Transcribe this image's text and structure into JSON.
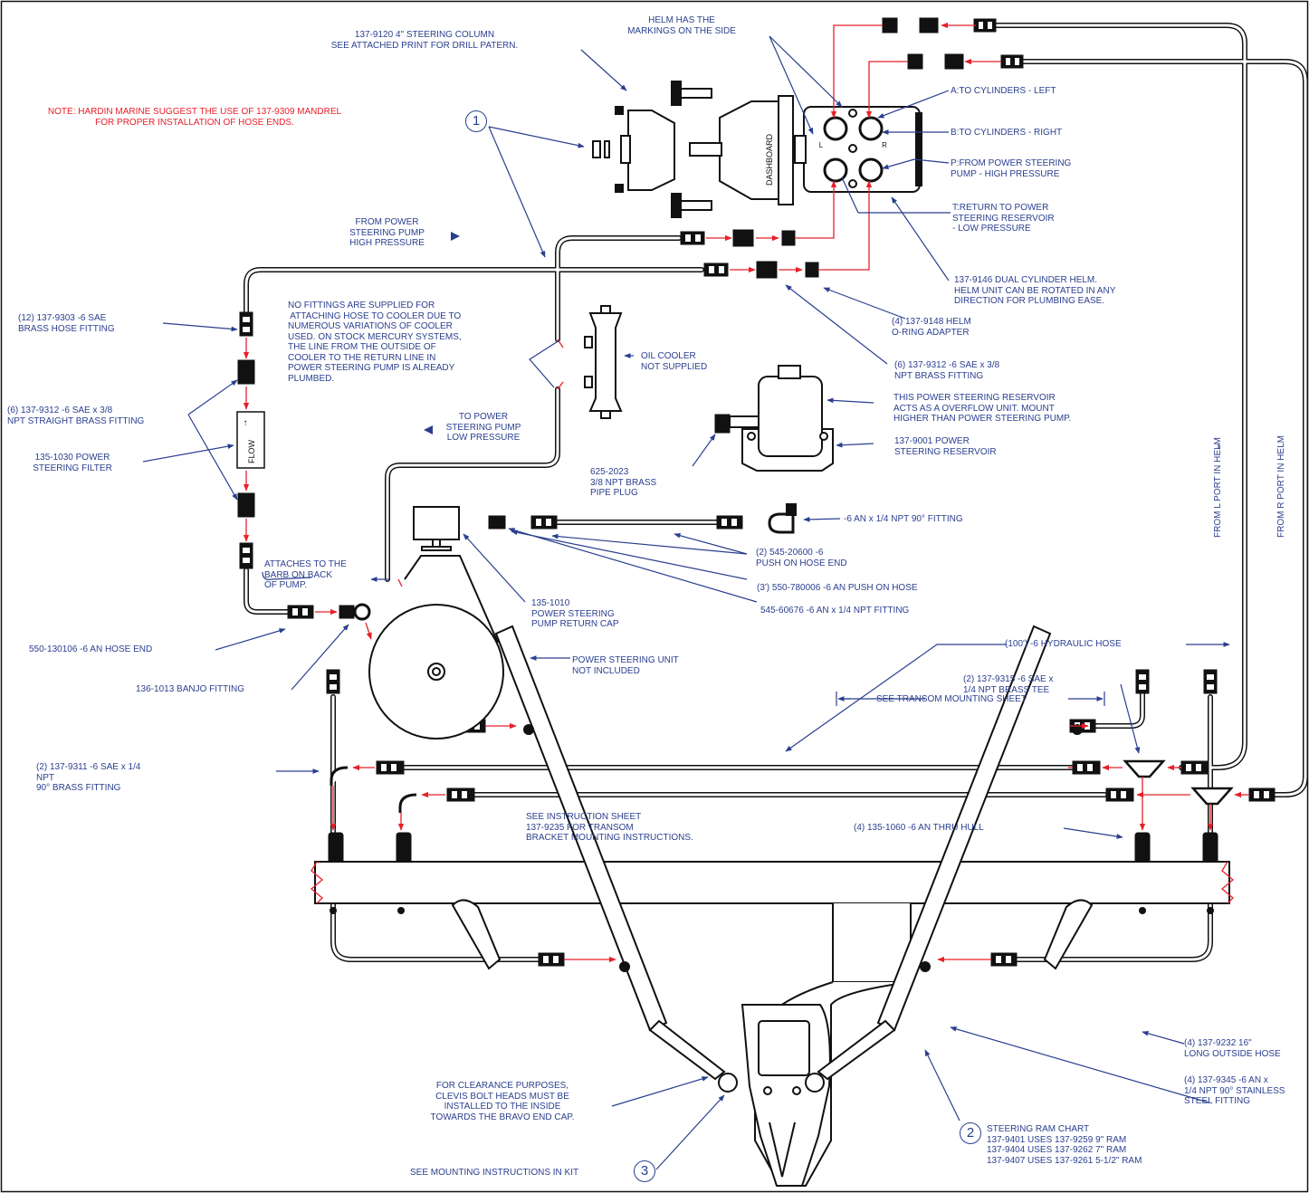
{
  "colors": {
    "callout": "#2a3f8f",
    "arrow_red": "#e8202a",
    "line": "#111111"
  },
  "labels": {
    "helm_markings": "HELM HAS THE\nMARKINGS ON THE SIDE",
    "steering_column": "137-9120 4\" STEERING COLUMN\nSEE ATTACHED PRINT FOR DRILL PATERN.",
    "note": "NOTE: HARDIN MARINE SUGGEST THE USE OF 137-9309 MANDREL\nFOR PROPER INSTALLATION OF HOSE ENDS.",
    "port_a": "A:TO CYLINDERS - LEFT",
    "port_b": "B:TO CYLINDERS - RIGHT",
    "port_p": "P:FROM POWER STEERING\nPUMP - HIGH PRESSURE",
    "port_t": "T:RETURN TO POWER\nSTEERING RESERVOIR\n- LOW PRESSURE",
    "from_pump_high": "FROM POWER\nSTEERING PUMP\nHIGH PRESSURE",
    "dual_helm": "137-9146 DUAL CYLINDER HELM.\nHELM UNIT CAN BE ROTATED IN ANY\nDIRECTION FOR PLUMBING EASE.",
    "no_fittings": "NO FITTINGS ARE SUPPLIED FOR\n ATTACHING HOSE TO COOLER DUE TO\nNUMEROUS VARIATIONS OF COOLER\nUSED. ON STOCK MERCURY SYSTEMS,\nTHE LINE FROM THE OUTSIDE OF\nCOOLER TO THE RETURN LINE IN\nPOWER STEERING PUMP IS ALREADY\nPLUMBED.",
    "brass_hose_fitting": "(12) 137-9303 -6 SAE\nBRASS HOSE FITTING",
    "oring_adapter": "(4) 137-9148 HELM\nO-RING ADAPTER",
    "oil_cooler": "OIL COOLER\nNOT SUPPLIED",
    "npt_brass_fitting": "(6) 137-9312 -6 SAE x 3/8\nNPT BRASS FITTING",
    "straight_fitting": "(6) 137-9312 -6 SAE x 3/8\nNPT STRAIGHT BRASS FITTING",
    "to_pump_low": "TO POWER\nSTEERING PUMP\nLOW PRESSURE",
    "reservoir_overflow": "THIS POWER STEERING RESERVOIR\nACTS AS A OVERFLOW UNIT. MOUNT\nHIGHER THAN POWER STEERING PUMP.",
    "reservoir": "137-9001 POWER\nSTEERING RESERVOIR",
    "filter": "135-1030 POWER\nSTEERING FILTER",
    "pipe_plug": "625-2023\n3/8 NPT BRASS\nPIPE PLUG",
    "fitting_90": "-6 AN x 1/4 NPT 90° FITTING",
    "push_on_end": "(2) 545-20600 -6\nPUSH ON HOSE END",
    "push_on_hose": "(3') 550-780006 -6 AN PUSH ON HOSE",
    "npt_fitting": "545-60676 -6 AN x 1/4 NPT FITTING",
    "return_cap": "135-1010\nPOWER STEERING\nPUMP RETURN CAP",
    "attaches_barb": "ATTACHES TO THE\nBARB ON BACK\nOF PUMP.",
    "hose_end": "550-130106 -6 AN HOSE END",
    "banjo": "136-1013 BANJO FITTING",
    "ps_unit": "POWER STEERING UNIT\nNOT INCLUDED",
    "hydraulic_hose": "(100') -6 HYDRAULIC HOSE",
    "brass_tee": "(2) 137-9315 -6 SAE x\n1/4 NPT BRASS TEE",
    "brass_90": "(2) 137-9311 -6 SAE x 1/4\nNPT\n90° BRASS FITTING",
    "instruction_sheet": "SEE INSTRUCTION SHEET\n137-9235 FOR TRANSOM\nBRACKET MOUNTING INSTRUCTIONS.",
    "thru_hull": "(4) 135-1060 -6 AN THRU HULL",
    "transom_sheet": "SEE TRANSOM MOUNTING SHEET",
    "outside_hose": "(4) 137-9232 16\"\nLONG OUTSIDE HOSE",
    "stainless_fitting": "(4) 137-9345 -6 AN x\n1/4 NPT 90° STAINLESS\nSTEEL FITTING",
    "clevis": "FOR CLEARANCE PURPOSES,\nCLEVIS BOLT HEADS MUST BE\nINSTALLED TO THE INSIDE\nTOWARDS THE BRAVO END CAP.",
    "ram_chart": "STEERING RAM CHART\n137-9401 USES 137-9259 9\" RAM\n137-9404 USES 137-9262 7\" RAM\n137-9407 USES 137-9261 5-1/2\" RAM",
    "mounting_kit": "SEE MOUNTING INSTRUCTIONS IN KIT",
    "from_l_port": "FROM L PORT IN HELM",
    "from_r_port": "FROM R PORT IN HELM"
  },
  "callout_numbers": {
    "one": "1",
    "two": "2",
    "three": "3"
  },
  "drawing_text": {
    "dashboard": "DASHBOARD",
    "flow": "FLOW",
    "port_l": "L",
    "port_r": "R",
    "filter_arrow": "↑"
  }
}
